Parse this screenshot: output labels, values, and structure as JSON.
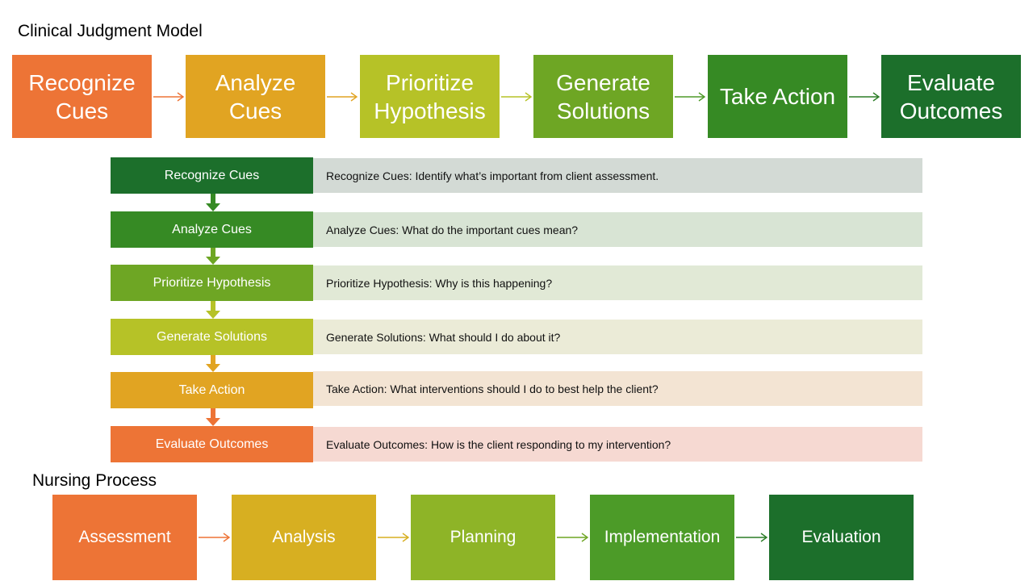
{
  "clinical_title": "Clinical Judgment Model",
  "nursing_title": "Nursing Process",
  "top_steps": [
    {
      "label": "Recognize Cues",
      "color": "#ED7436"
    },
    {
      "label": "Analyze Cues",
      "color": "#E1A422"
    },
    {
      "label": "Prioritize Hypothesis",
      "color": "#B6C227"
    },
    {
      "label": "Generate Solutions",
      "color": "#6EA624"
    },
    {
      "label": "Take Action",
      "color": "#368A24"
    },
    {
      "label": "Evaluate Outcomes",
      "color": "#1C6F2B"
    }
  ],
  "top_arrow_colors": [
    "#ED7436",
    "#E1A422",
    "#B6C227",
    "#4E9A28",
    "#2C7D27"
  ],
  "rows": [
    {
      "label": "Recognize Cues",
      "desc": "Recognize Cues: Identify what’s important from client assessment.",
      "color": "#1C6F2B",
      "bg": "#D3DAD5"
    },
    {
      "label": "Analyze Cues",
      "desc": "Analyze Cues: What do the important cues mean?",
      "color": "#368A24",
      "bg": "#D8E4D4"
    },
    {
      "label": "Prioritize Hypothesis",
      "desc": "Prioritize Hypothesis: Why is this happening?",
      "color": "#6EA624",
      "bg": "#E1E9D6"
    },
    {
      "label": "Generate Solutions",
      "desc": "Generate Solutions: What should I do about it?",
      "color": "#B6C227",
      "bg": "#EBEBD7"
    },
    {
      "label": "Take Action",
      "desc": "Take Action: What interventions should I do to best help the client?",
      "color": "#E1A422",
      "bg": "#F3E4D3"
    },
    {
      "label": "Evaluate Outcomes",
      "desc": "Evaluate Outcomes: How is the client responding to my intervention?",
      "color": "#ED7436",
      "bg": "#F6D9D2"
    }
  ],
  "nursing_steps": [
    {
      "label": "Assessment",
      "color": "#ED7436"
    },
    {
      "label": "Analysis",
      "color": "#D7AF21"
    },
    {
      "label": "Planning",
      "color": "#8EB427"
    },
    {
      "label": "Implementation",
      "color": "#4C9B28"
    },
    {
      "label": "Evaluation",
      "color": "#1C6F2B"
    }
  ],
  "nursing_arrow_colors": [
    "#ED7436",
    "#D7AF21",
    "#6EA624",
    "#2C7D27"
  ]
}
